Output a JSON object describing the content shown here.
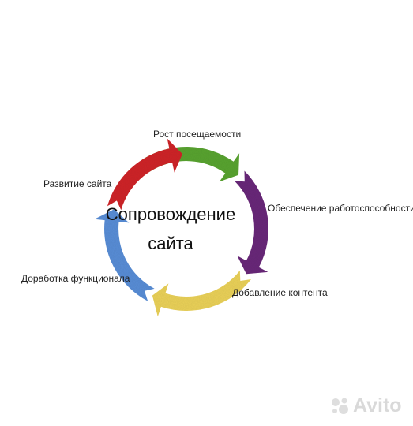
{
  "diagram": {
    "center": {
      "line1": "Сопровождение",
      "line2": "сайта"
    },
    "stages": [
      {
        "label": "Рост посещаемости",
        "color": "#5aa532"
      },
      {
        "label": "Обеспечение работоспособности",
        "color": "#6b2a7a"
      },
      {
        "label": "Добавление контента",
        "color": "#ecd35a"
      },
      {
        "label": "Доработка функционала",
        "color": "#5a8fd8"
      },
      {
        "label": "Развитие сайта",
        "color": "#d0282b"
      }
    ]
  },
  "watermark": {
    "text": "Avito"
  }
}
